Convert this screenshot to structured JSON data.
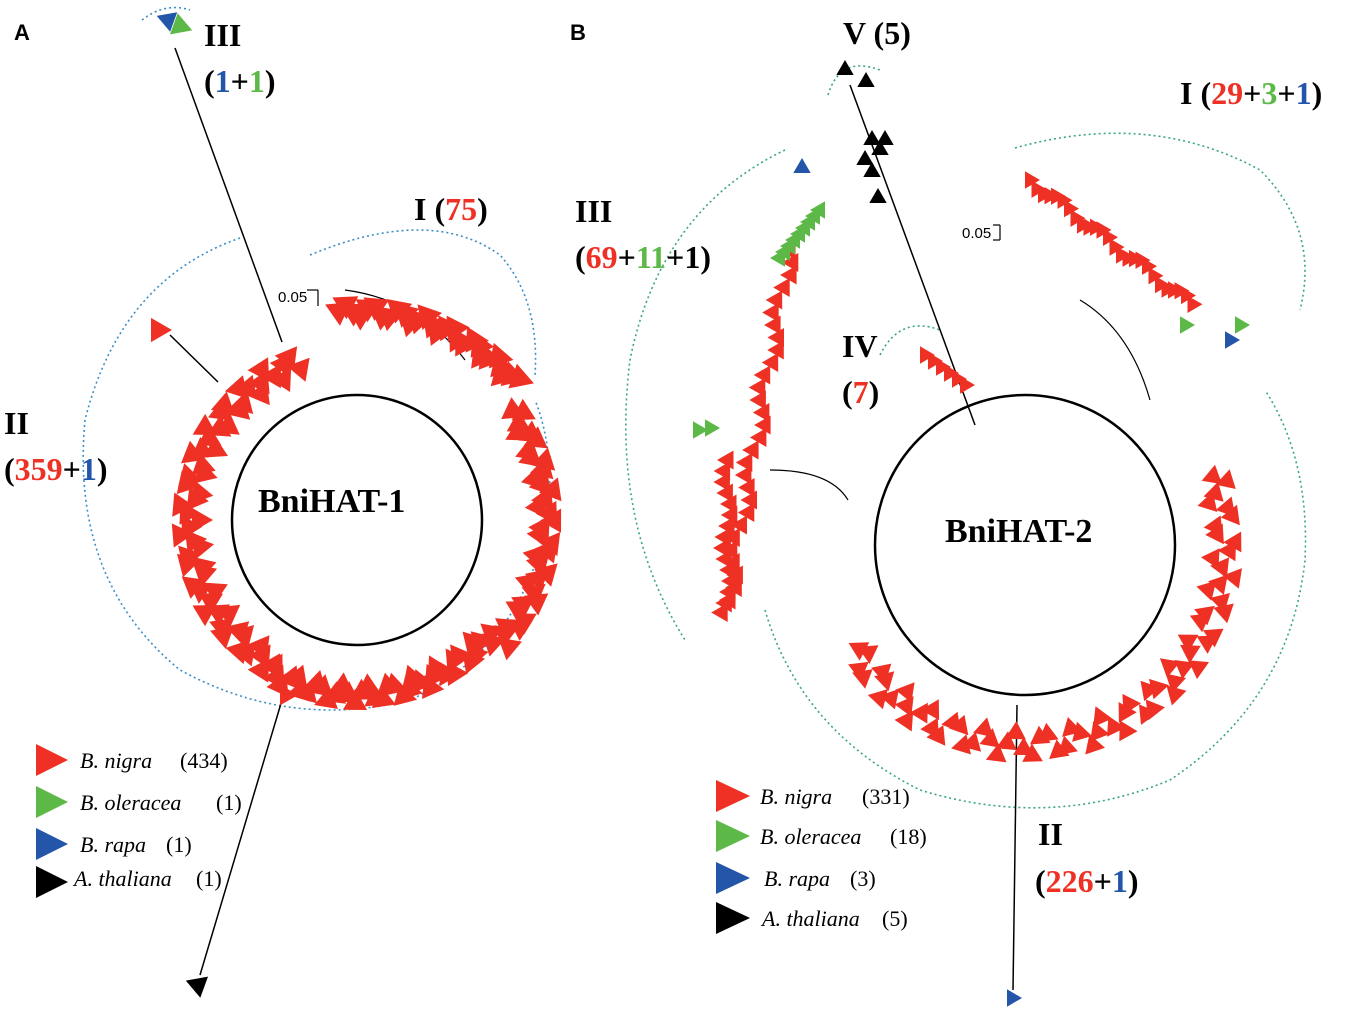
{
  "colors": {
    "b_nigra": "#ee3124",
    "b_oleracea": "#5cb847",
    "b_rapa": "#2356a8",
    "a_thaliana": "#000000",
    "arc_a": "#3b8fc7",
    "arc_b": "#3aa878"
  },
  "panel_a": {
    "letter": "A",
    "center_label": "BniHAT-1",
    "scale_label": "0.05",
    "clades": {
      "III": {
        "name": "III",
        "open": "(",
        "n1": "1",
        "plus1": "+",
        "n2": "1",
        "close": ")"
      },
      "I": {
        "name": "I (",
        "n1": "75",
        "close": ")"
      },
      "II": {
        "name": "II",
        "open": "(",
        "n1": "359",
        "plus1": "+",
        "n2": "1",
        "close": ")"
      }
    },
    "legend": [
      {
        "species": "B. nigra",
        "count": "(434)",
        "color_key": "b_nigra"
      },
      {
        "species": "B. oleracea",
        "count": "(1)",
        "color_key": "b_oleracea"
      },
      {
        "species": "B. rapa",
        "count": "(1)",
        "color_key": "b_rapa"
      },
      {
        "species": "A. thaliana",
        "count": "(1)",
        "color_key": "a_thaliana"
      }
    ]
  },
  "panel_b": {
    "letter": "B",
    "center_label": "BniHAT-2",
    "scale_label": "0.05",
    "clades": {
      "V": {
        "name": "V (5)"
      },
      "I": {
        "name": "I (",
        "n1": "29",
        "p1": "+",
        "n2": "3",
        "p2": "+",
        "n3": "1",
        "close": ")"
      },
      "III": {
        "name": "III",
        "open": "(",
        "n1": "69",
        "p1": "+",
        "n2": "11",
        "p2": "+1)"
      },
      "IV": {
        "name": "IV",
        "open": "(",
        "n1": "7",
        "close": ")"
      },
      "II": {
        "name": "II",
        "open": "(",
        "n1": "226",
        "p1": "+",
        "n2": "1",
        "close": ")"
      }
    },
    "legend": [
      {
        "species": "B. nigra",
        "count": "(331)",
        "color_key": "b_nigra"
      },
      {
        "species": "B. oleracea",
        "count": "(18)",
        "color_key": "b_oleracea"
      },
      {
        "species": "B. rapa",
        "count": "(3)",
        "color_key": "b_rapa"
      },
      {
        "species": "A. thaliana",
        "count": "(5)",
        "color_key": "a_thaliana"
      }
    ]
  }
}
